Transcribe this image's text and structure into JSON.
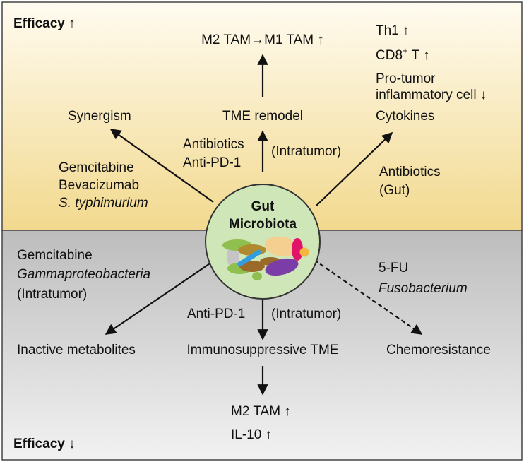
{
  "panels": {
    "top": {
      "efficacy_label": "Efficacy ↑",
      "colors": {
        "light": "#fffbf0",
        "dark": "#f2d98e"
      }
    },
    "bottom": {
      "efficacy_label": "Efficacy ↓",
      "colors": {
        "light": "#f2f2f2",
        "dark": "#bdbdbd"
      }
    }
  },
  "center": {
    "title_line1": "Gut",
    "title_line2": "Microbiota",
    "circle_color": "#cfe6b8",
    "border_color": "#333333"
  },
  "top_center": {
    "target": "TME remodel",
    "outcome": "M2 TAM→M1 TAM ↑",
    "drugs": [
      "Antibiotics",
      "Anti-PD-1"
    ],
    "site": "(Intratumor)"
  },
  "top_left": {
    "target": "Synergism",
    "drugs": [
      "Gemcitabine",
      "Bevacizumab"
    ],
    "organism": "S. typhimurium"
  },
  "top_right": {
    "outcomes": [
      "Th1 ↑",
      "Pro-tumor",
      "inflammatory cell ↓",
      "Cytokines"
    ],
    "cd8_main": "CD8",
    "cd8_sup": "+",
    "cd8_tail": " T ↑",
    "drugs": [
      "Antibiotics",
      "(Gut)"
    ]
  },
  "bottom_left": {
    "drug": "Gemcitabine",
    "organism": "Gammaproteobacteria",
    "site": "(Intratumor)",
    "target": "Inactive metabolites"
  },
  "bottom_center": {
    "drug": "Anti-PD-1",
    "site": "(Intratumor)",
    "target": "Immunosuppressive TME",
    "outcomes": [
      "M2 TAM ↑",
      "IL-10 ↑"
    ]
  },
  "bottom_right": {
    "drug": "5-FU",
    "organism": "Fusobacterium",
    "target": "Chemoresistance"
  },
  "microbe_colors": [
    "#8fbf4f",
    "#b08a2e",
    "#9a6a2a",
    "#2f9de0",
    "#f4cf90",
    "#7b3ea8",
    "#e0156a",
    "#f2b640",
    "#c5c5c5"
  ]
}
